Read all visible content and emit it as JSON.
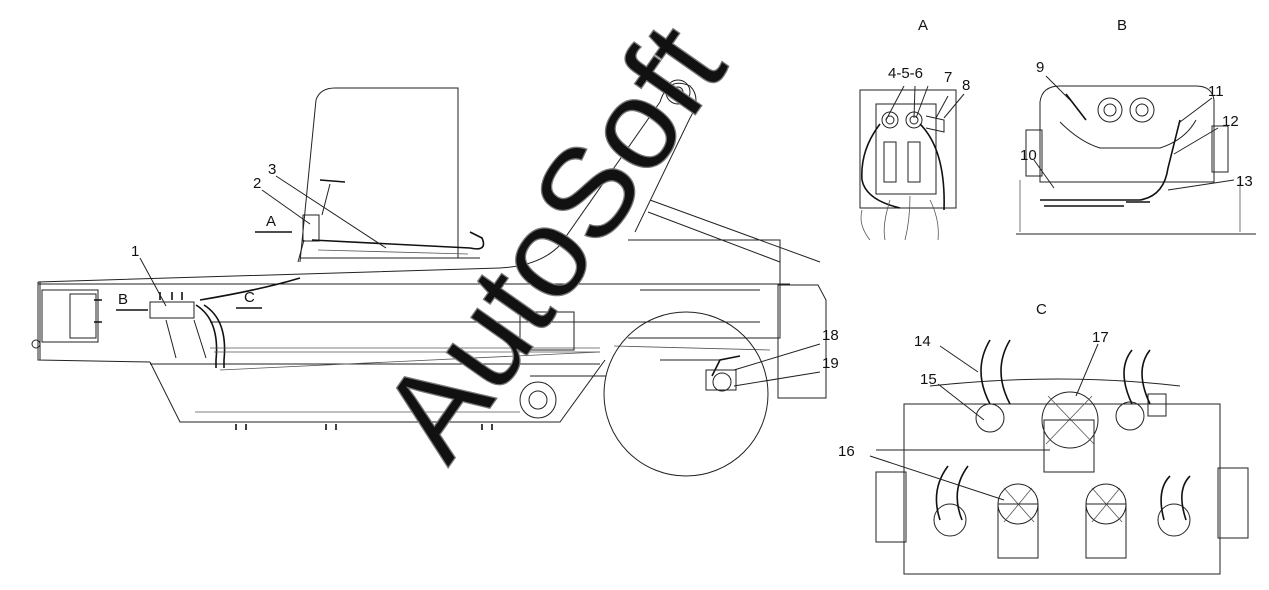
{
  "view_titles": {
    "a": "A",
    "b": "B",
    "c": "C"
  },
  "section_marks": {
    "a": "A",
    "b": "B",
    "c": "C"
  },
  "callouts": {
    "n1": "1",
    "n2": "2",
    "n3": "3",
    "n4_6": "4-5-6",
    "n7": "7",
    "n8": "8",
    "n9": "9",
    "n10": "10",
    "n11": "11",
    "n12": "12",
    "n13": "13",
    "n14": "14",
    "n15": "15",
    "n16": "16",
    "n17": "17",
    "n18": "18",
    "n19": "19"
  },
  "watermark": "AutoSoft"
}
